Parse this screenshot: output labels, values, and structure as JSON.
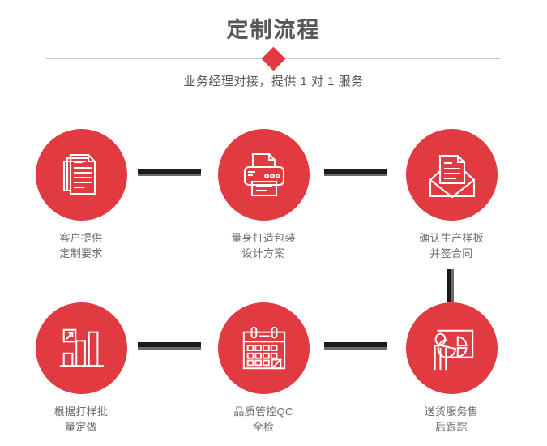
{
  "header": {
    "title": "定制流程",
    "subtitle": "业务经理对接，提供 1 对 1 服务",
    "divider_icon": "diamond-icon"
  },
  "colors": {
    "accent_red": "#e13a41",
    "title_gray": "#58585a",
    "label_gray": "#6d6e70",
    "connector_dark": "#1a1a1a",
    "connector_shadow": "#6a6a6a",
    "divider_line": "#c9c9c9",
    "background": "#ffffff"
  },
  "flow": {
    "steps": [
      {
        "index": 1,
        "icon": "documents-stack-icon",
        "label_line1": "客户提供",
        "label_line2": "定制要求"
      },
      {
        "index": 2,
        "icon": "printer-icon",
        "label_line1": "量身打造包装",
        "label_line2": "设计方案"
      },
      {
        "index": 3,
        "icon": "envelope-letter-icon",
        "label_line1": "确认生产样板",
        "label_line2": "并签合同"
      },
      {
        "index": 4,
        "icon": "bar-chart-growth-icon",
        "label_line1": "根据打样批",
        "label_line2": "量定做"
      },
      {
        "index": 5,
        "icon": "calendar-check-icon",
        "label_line1": "品质管控QC",
        "label_line2": "全检"
      },
      {
        "index": 6,
        "icon": "presentation-person-icon",
        "label_line1": "送货服务售",
        "label_line2": "后跟踪"
      }
    ],
    "connectors": [
      {
        "name": "connector-1-2",
        "orientation": "horizontal"
      },
      {
        "name": "connector-2-3",
        "orientation": "horizontal"
      },
      {
        "name": "connector-3-6",
        "orientation": "vertical"
      },
      {
        "name": "connector-4-5",
        "orientation": "horizontal"
      },
      {
        "name": "connector-5-6",
        "orientation": "horizontal"
      }
    ]
  }
}
